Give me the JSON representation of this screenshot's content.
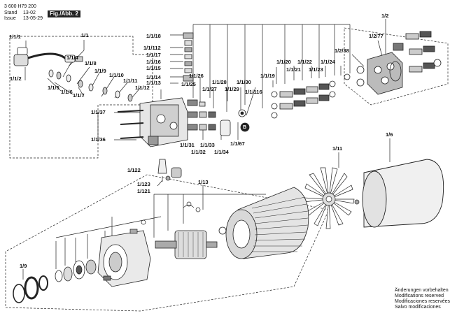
{
  "header": {
    "doc_number": "3 600 H79 200",
    "stand_label": "Stand",
    "stand_value": "13-02",
    "issue_label": "Issue",
    "issue_value": "13-05-29",
    "fig": "Fig./Abb. 2"
  },
  "labels": {
    "l1": "1/1",
    "l1_1": "1/1/1",
    "l1_2": "1/1/2",
    "l1_4": "1/1/4",
    "l1_5": "1/1/5",
    "l1_6": "1/1/6",
    "l1_7": "1/1/7",
    "l1_8": "1/1/8",
    "l1_9": "1/1/9",
    "l1_10": "1/1/10",
    "l1_11": "1/1/11",
    "l1_12": "1/1/12",
    "l1_13": "1/1/13",
    "l1_14": "1/1/14",
    "l1_15": "1/1/15",
    "l1_16": "1/1/16",
    "l1_17": "1/1/17",
    "l1_18": "1/1/18",
    "l1_112": "1/1/112",
    "l1_25": "1/1/25",
    "l1_26": "1/1/26",
    "l1_27": "1/1/27",
    "l1_28": "1/1/28",
    "l1_29": "1/1/29",
    "l1_30": "1/1/30",
    "l1_116": "1/1/116",
    "l1_19": "1/1/19",
    "l1_20": "1/1/20",
    "l1_21": "1/1/21",
    "l1_22": "1/1/22",
    "l1_23": "1/1/23",
    "l1_24": "1/1/24",
    "l1_37": "1/1/37",
    "l1_36": "1/1/36",
    "l1_31": "1/1/31",
    "l1_32": "1/1/32",
    "l1_33": "1/1/33",
    "l1_34": "1/1/34",
    "l1_67": "1/1/67",
    "l2": "1/2",
    "l2_77": "1/2/77",
    "l2_38": "1/2/38",
    "l6": "1/6",
    "l11": "1/11",
    "l13": "1/13",
    "l9": "1/9",
    "l121": "1/121",
    "l122": "1/122",
    "l123": "1/123",
    "b_marker": "B"
  },
  "notes": [
    "Änderungen vorbehalten",
    "Modifications reserved",
    "Modificaciones reservées",
    "Salvo modificaciones"
  ]
}
